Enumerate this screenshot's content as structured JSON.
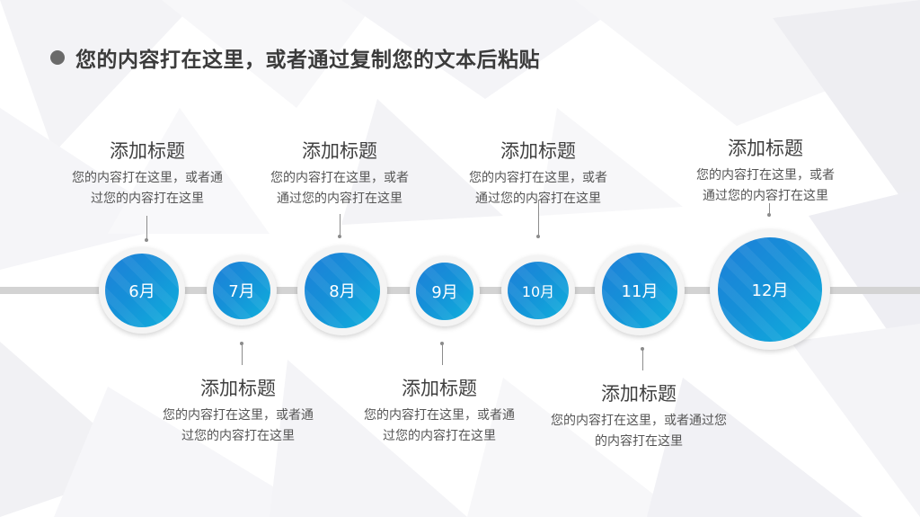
{
  "header": {
    "title": "您的内容打在这里，或者通过复制您的文本后粘贴"
  },
  "nodes": [
    {
      "label": "6月"
    },
    {
      "label": "7月"
    },
    {
      "label": "8月"
    },
    {
      "label": "9月"
    },
    {
      "label": "10月"
    },
    {
      "label": "11月"
    },
    {
      "label": "12月"
    }
  ],
  "cards": [
    {
      "title": "添加标题",
      "desc_line1": "您的内容打在这里，或者通",
      "desc_line2": "过您的内容打在这里"
    },
    {
      "title": "添加标题",
      "desc_line1": "您的内容打在这里，或者通",
      "desc_line2": "过您的内容打在这里"
    },
    {
      "title": "添加标题",
      "desc_line1": "您的内容打在这里，或者",
      "desc_line2": "通过您的内容打在这里"
    },
    {
      "title": "添加标题",
      "desc_line1": "您的内容打在这里，或者通",
      "desc_line2": "过您的内容打在这里"
    },
    {
      "title": "添加标题",
      "desc_line1": "您的内容打在这里，或者",
      "desc_line2": "通过您的内容打在这里"
    },
    {
      "title": "添加标题",
      "desc_line1": "您的内容打在这里，或者通过您",
      "desc_line2": "的内容打在这里"
    },
    {
      "title": "添加标题",
      "desc_line1": "您的内容打在这里，或者",
      "desc_line2": "通过您的内容打在这里"
    }
  ]
}
